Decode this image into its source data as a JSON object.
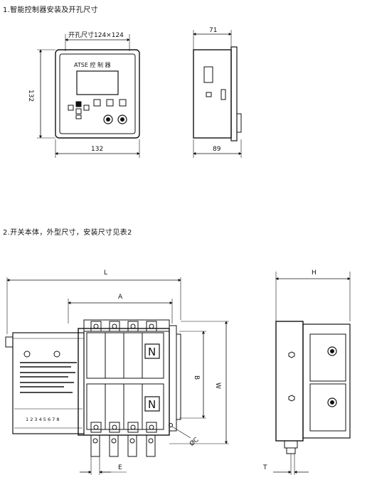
{
  "section1": {
    "heading": "1.智能控制器安装及开孔尺寸",
    "front_view": {
      "cutout_label": "开孔尺寸124×124",
      "brand_label": "ATSE 控 制 器",
      "height_dim": "132",
      "width_dim": "132"
    },
    "side_view": {
      "top_dim": "71",
      "bottom_dim": "89"
    }
  },
  "section2": {
    "heading": "2.开关本体，外型尺寸，安装尺寸见表2",
    "front_view": {
      "dim_L": "L",
      "dim_A": "A",
      "dim_B": "B",
      "dim_W": "W",
      "dim_C": "ØC",
      "dim_E": "E",
      "neutral_top": "N",
      "neutral_bottom": "N",
      "terminal_numbers": "1 2 3 4 5 6 7 8"
    },
    "side_view": {
      "dim_H": "H",
      "dim_T": "T"
    }
  }
}
